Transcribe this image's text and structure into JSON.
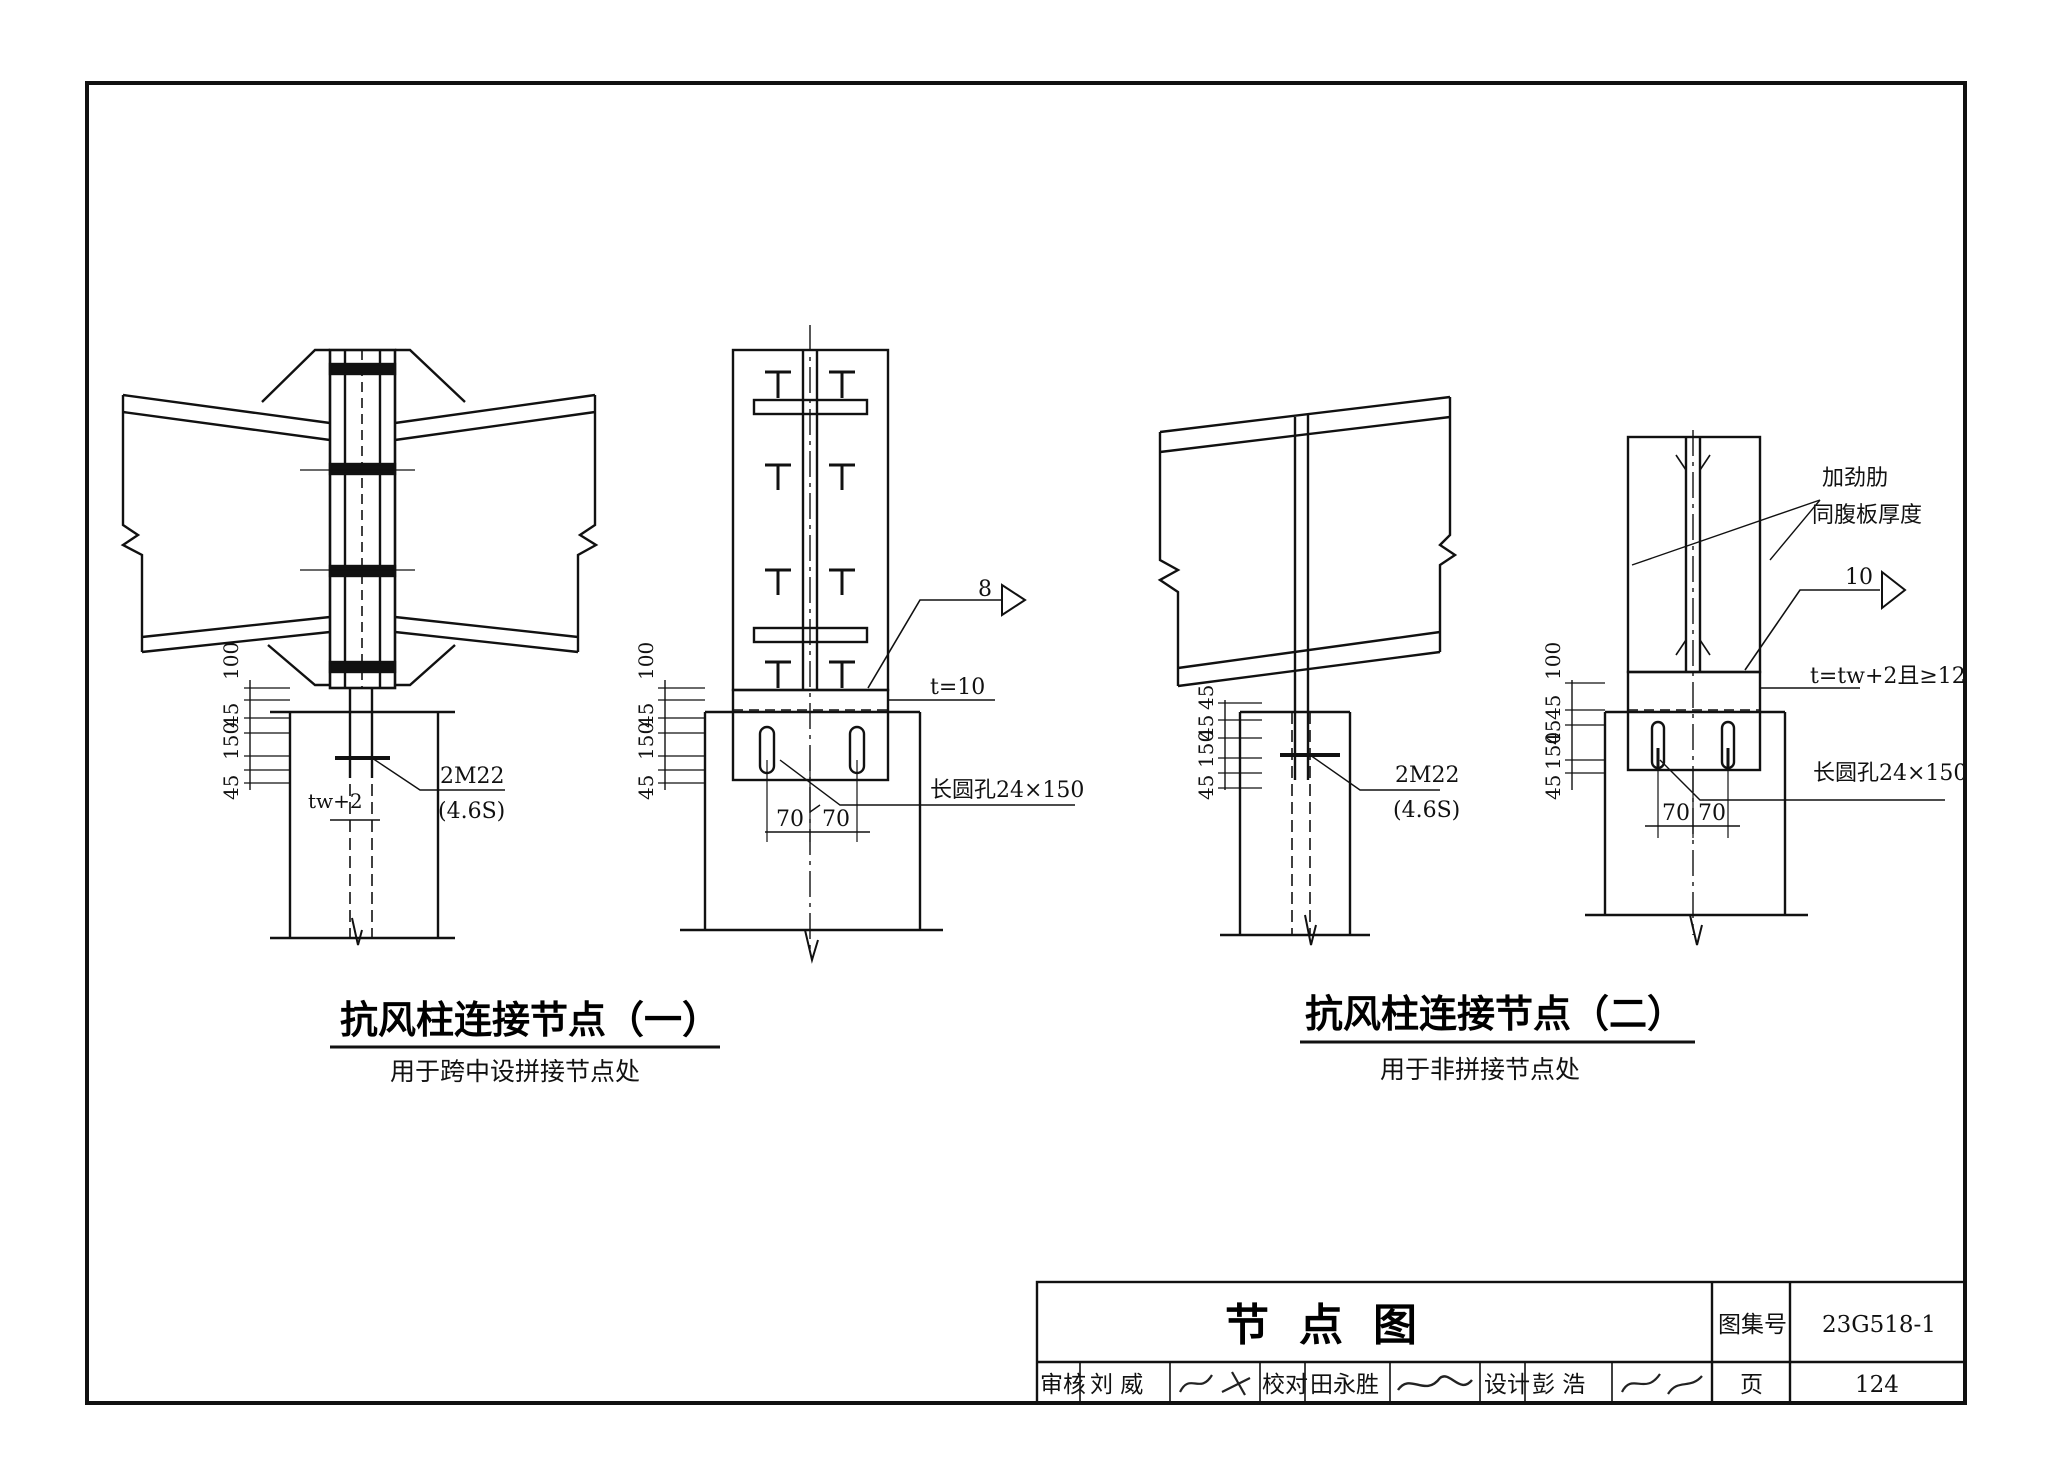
{
  "detail1": {
    "title": "抗风柱连接节点（一）",
    "subtitle": "用于跨中设拼接节点处",
    "dims_side": [
      "100",
      "45",
      "150",
      "45",
      "45",
      "150",
      "45"
    ],
    "bolt_label": "2M22",
    "bolt_grade": "(4.6S)",
    "web_label": "tw+2",
    "weld_size": "8",
    "plate_t": "t=10",
    "slot_label": "长圆孔24×150",
    "dims_front_left": [
      "100",
      "45",
      "150",
      "45",
      "45",
      "150",
      "45"
    ],
    "spacing": [
      "70",
      "70"
    ]
  },
  "detail2": {
    "title": "抗风柱连接节点（二）",
    "subtitle": "用于非拼接节点处",
    "dims_side": [
      "45",
      "45",
      "150",
      "45"
    ],
    "bolt_label": "2M22",
    "bolt_grade": "(4.6S)",
    "stiffener_line1": "加劲肋",
    "stiffener_line2": "同腹板厚度",
    "weld_size": "10",
    "plate_t": "t=tw+2且≥12",
    "slot_label": "长圆孔24×150",
    "dims_front_left": [
      "100",
      "45",
      "45",
      "150",
      "45"
    ],
    "spacing": [
      "70",
      "70"
    ]
  },
  "title_block": {
    "drawing_title": "节点图",
    "atlas_label": "图集号",
    "atlas_no": "23G518-1",
    "review_label": "审核",
    "reviewer": "刘 威",
    "check_label": "校对",
    "checker": "田永胜",
    "design_label": "设计",
    "designer": "彭 浩",
    "page_label": "页",
    "page_no": "124"
  }
}
